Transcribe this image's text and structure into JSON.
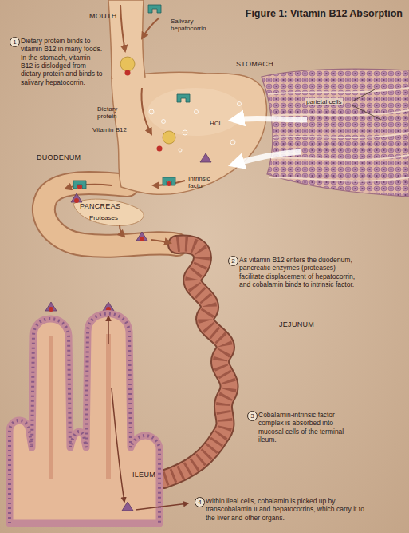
{
  "diagram": {
    "title": "Figure 1: Vitamin B12 Absorption",
    "nodes": [
      {
        "text": [
          "1"
        ]
      },
      {
        "text": [
          "2"
        ]
      },
      {
        "text": [
          "3"
        ]
      },
      {
        "text": [
          "4"
        ]
      }
    ],
    "labels": [
      "MOUTH",
      "Salivary hepatocorrin",
      "Dietary protein binds to vitamin B12 in many foods. In the stomach, vitamin B12 is dislodged from dietary protein and binds to salivary hepatocorrin.",
      "Dietary protein",
      "Vitamin B12",
      "STOMACH",
      "parietal cells",
      "HCl",
      "Intrinsic factor",
      "DUODENUM",
      "PANCREAS",
      "Proteases",
      "As vitamin B12 enters the duodenum, pancreatic enzymes (proteases) facilitate displacement of hepatocorrin, and cobalamin binds to intrinsic factor.",
      "JEJUNUM",
      "Cobalamin-intrinsic factor complex is absorbed into mucosal cells of the terminal ileum.",
      "ILEUM",
      "Within ileal cells, cobalamin is picked up by transcobalamin II and hepatocorrins, which carry it to the liver and other organs."
    ]
  }
}
